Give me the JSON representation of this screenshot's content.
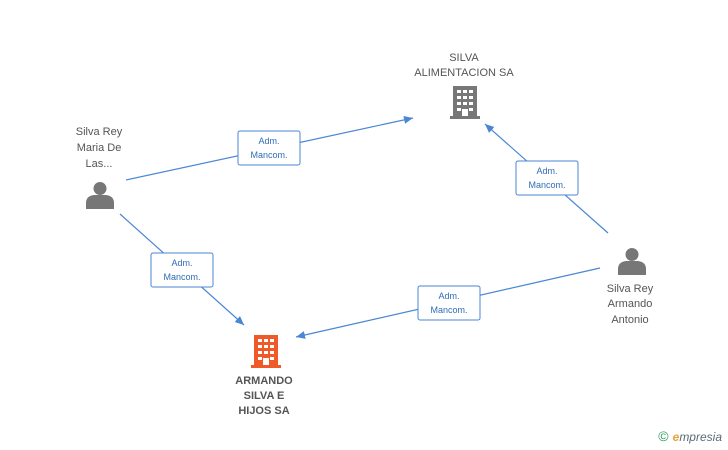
{
  "nodes": {
    "silva_alimentacion": {
      "lines": [
        "SILVA",
        "ALIMENTACION SA"
      ],
      "icon": "building-icon",
      "color": "#777777"
    },
    "silva_rey_maria": {
      "lines": [
        "Silva Rey",
        "Maria De",
        "Las..."
      ],
      "icon": "person-icon",
      "color": "#777777"
    },
    "silva_rey_armando": {
      "lines": [
        "Silva Rey",
        "Armando",
        "Antonio"
      ],
      "icon": "person-icon",
      "color": "#777777"
    },
    "armando_silva": {
      "lines": [
        "ARMANDO",
        "SILVA E",
        "HIJOS SA"
      ],
      "icon": "building-icon",
      "color": "#f05a28"
    }
  },
  "edges": [
    {
      "id": "maria-to-alimentacion",
      "lines": [
        "Adm.",
        "Mancom."
      ]
    },
    {
      "id": "armando-to-alimentacion",
      "lines": [
        "Adm.",
        "Mancom."
      ]
    },
    {
      "id": "maria-to-hijos",
      "lines": [
        "Adm.",
        "Mancom."
      ]
    },
    {
      "id": "armando-to-hijos",
      "lines": [
        "Adm.",
        "Mancom."
      ]
    }
  ],
  "brand": {
    "copyright": "©",
    "initial": "e",
    "rest": "mpresia"
  },
  "colors": {
    "edge": "#4a86d4",
    "edge_text": "#2f6db5",
    "focus": "#f05a28",
    "node": "#777777"
  }
}
